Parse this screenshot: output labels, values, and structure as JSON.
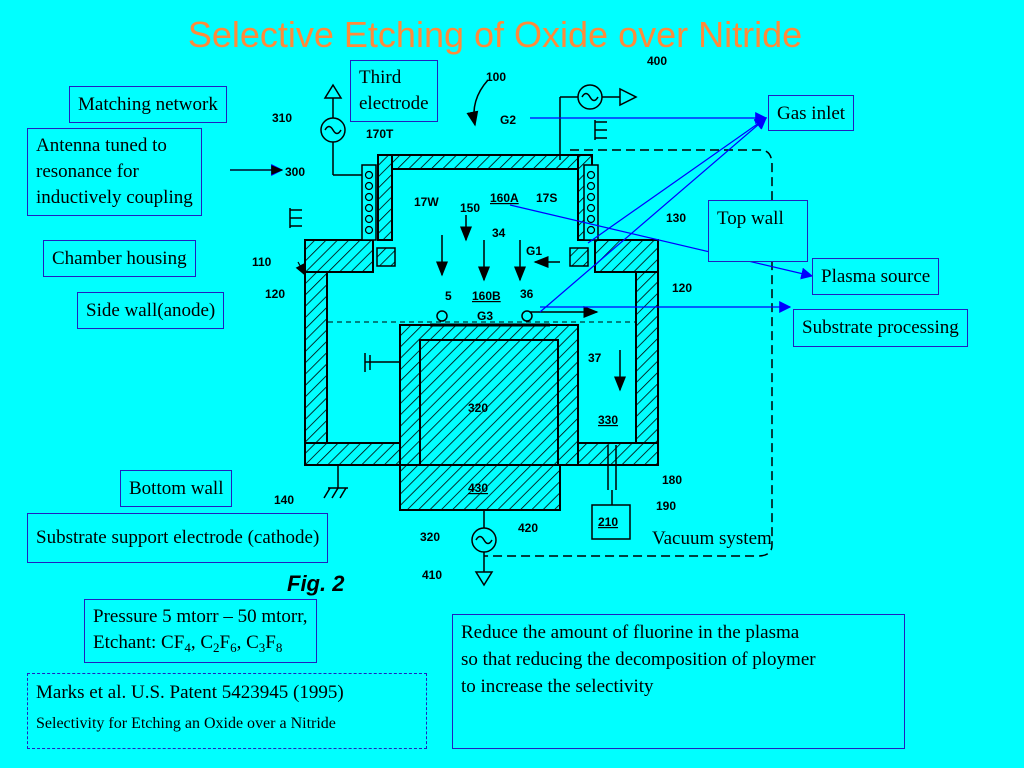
{
  "title": "Selective Etching of Oxide over Nitride",
  "fig_caption": "Fig.  2",
  "labels": {
    "matching_network": "Matching network",
    "antenna": [
      "Antenna tuned to",
      "resonance for",
      "inductively coupling"
    ],
    "chamber_housing": "Chamber housing",
    "side_wall": "Side wall(anode)",
    "bottom_wall": "Bottom wall",
    "substrate_support": "Substrate support electrode (cathode)",
    "third_electrode": [
      "Third",
      "electrode"
    ],
    "gas_inlet": "Gas inlet",
    "top_wall": "Top wall",
    "plasma_source": "Plasma source",
    "substrate_processing": "Substrate processing",
    "vacuum_system": "Vacuum system"
  },
  "pressure_box": {
    "line1": "Pressure 5 mtorr – 50 mtorr,",
    "etchant_prefix": "Etchant: CF",
    "cf_sub": "4",
    "c2": "C",
    "c2_sub": "2",
    "f6": "F",
    "f6_sub": "6",
    "c3": "C",
    "c3_sub": "3",
    "f8": "F",
    "f8_sub": "8"
  },
  "reduce_box": [
    "Reduce the amount of fluorine in the plasma",
    "so that reducing the decomposition of ploymer",
    "to increase the selectivity"
  ],
  "patent_box": {
    "line1": "Marks et al. U.S. Patent 5423945 (1995)",
    "line2": "Selectivity for Etching an Oxide over a Nitride"
  },
  "figure_numbers": {
    "n100": "100",
    "n400": "400",
    "n310": "310",
    "n300": "300",
    "n170T": "170T",
    "nG2": "G2",
    "n17W": "17W",
    "n150": "150",
    "n160A": "160A",
    "n17S": "17S",
    "n130": "130",
    "n34": "34",
    "nG1": "G1",
    "n110": "110",
    "n120a": "120",
    "n120b": "120",
    "n5": "5",
    "n160B": "160B",
    "n36": "36",
    "nG3": "G3",
    "n37": "37",
    "n320a": "320",
    "n330": "330",
    "n180": "180",
    "n430": "430",
    "n140": "140",
    "n190": "190",
    "n210": "210",
    "n420": "420",
    "n320b": "320",
    "n410": "410"
  },
  "colors": {
    "background": "#00ffff",
    "title": "#ff8a3a",
    "border": "#2020c0",
    "arrow": "#0000ff"
  }
}
